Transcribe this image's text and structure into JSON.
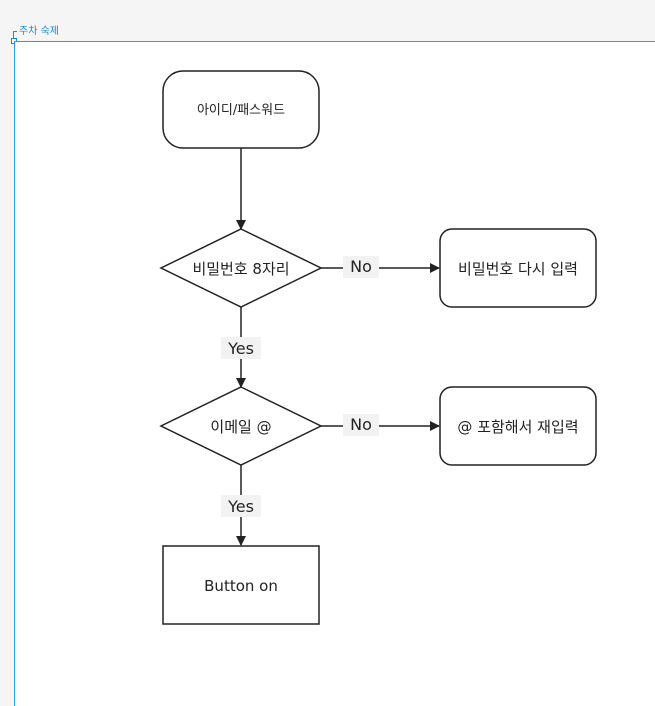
{
  "frame": {
    "label": "주차 숙제"
  },
  "nodes": {
    "start": "아이디/패스워드",
    "check_password": "비밀번호 8자리",
    "retry_password": "비밀번호 다시 입력",
    "check_email": "이메일 @",
    "retry_email": "@ 포함해서 재입력",
    "button_on": "Button on"
  },
  "edges": {
    "password_no": "No",
    "password_yes": "Yes",
    "email_no": "No",
    "email_yes": "Yes"
  },
  "colors": {
    "frame_border": "#27a0df",
    "frame_label": "#1a8ad8",
    "stroke": "#222222",
    "edge_label_bg": "#f2f2f2"
  }
}
